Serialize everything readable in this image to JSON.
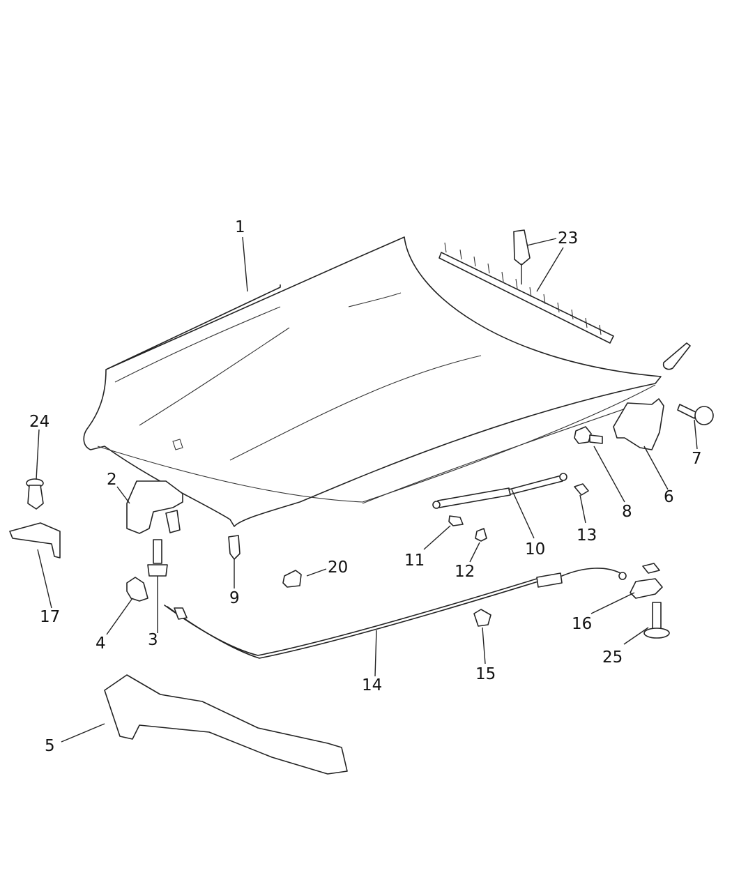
{
  "callouts": {
    "c1": "1",
    "c2": "2",
    "c3": "3",
    "c4": "4",
    "c5": "5",
    "c6": "6",
    "c7": "7",
    "c8": "8",
    "c9": "9",
    "c10": "10",
    "c11": "11",
    "c12": "12",
    "c13": "13",
    "c14": "14",
    "c15": "15",
    "c16": "16",
    "c17": "17",
    "c20": "20",
    "c23": "23",
    "c24": "24",
    "c25": "25"
  }
}
